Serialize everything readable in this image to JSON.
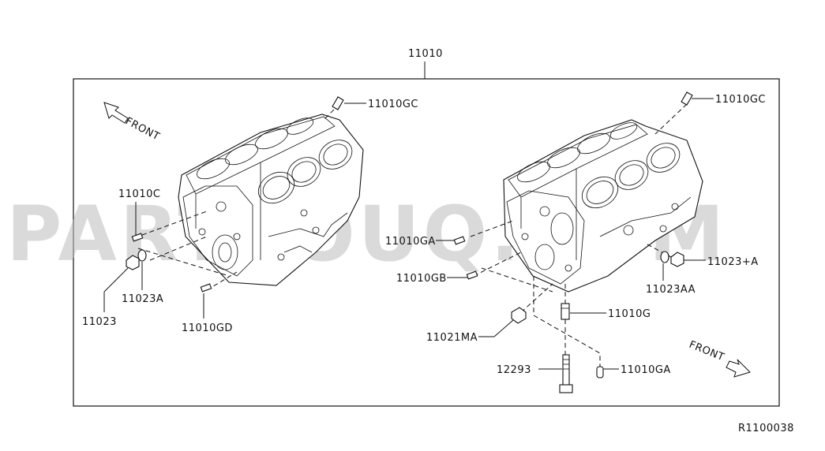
{
  "main_part": "11010",
  "diagram_ref": "R1100038",
  "watermark": "PARTSOUQ.COM",
  "front_labels": {
    "left": "FRONT",
    "right": "FRONT"
  },
  "callouts": {
    "p11010gc_left": "11010GC",
    "p11010gc_right": "11010GC",
    "p11010c": "11010C",
    "p11023": "11023",
    "p11023a": "11023A",
    "p11010gd": "11010GD",
    "p11010ga_mid": "11010GA",
    "p11010gb": "11010GB",
    "p11021ma": "11021MA",
    "p12293": "12293",
    "p11010g": "11010G",
    "p11010ga_bottom": "11010GA",
    "p11023aa": "11023AA",
    "p11023_plus_a": "11023+A"
  }
}
